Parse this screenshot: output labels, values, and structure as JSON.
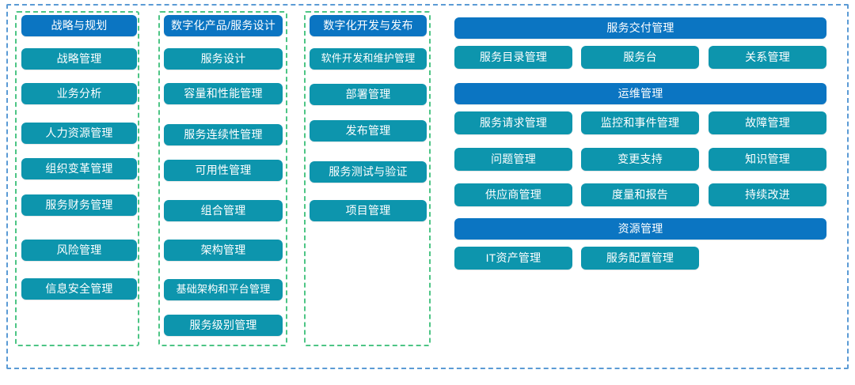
{
  "diagram": {
    "title_colors": {
      "header_blue": "#0B75C2",
      "item_teal": "#0D95AD",
      "outer_dash": "#5B9BD5",
      "group_dash": "#4DC585"
    },
    "left_groups": [
      {
        "header": "战略与规划",
        "items": [
          "战略管理",
          "业务分析",
          "人力资源管理",
          "组织变革管理",
          "服务财务管理",
          "风险管理",
          "信息安全管理"
        ]
      },
      {
        "header": "数字化产品/服务设计",
        "items": [
          "服务设计",
          "容量和性能管理",
          "服务连续性管理",
          "可用性管理",
          "组合管理",
          "架构管理",
          "基础架构和平台管理",
          "服务级别管理"
        ]
      },
      {
        "header": "数字化开发与发布",
        "items": [
          "软件开发和维护管理",
          "部署管理",
          "发布管理",
          "服务测试与验证",
          "项目管理"
        ]
      }
    ],
    "right_sections": [
      {
        "header": "服务交付管理",
        "rows": [
          [
            "服务目录管理",
            "服务台",
            "关系管理"
          ]
        ]
      },
      {
        "header": "运维管理",
        "rows": [
          [
            "服务请求管理",
            "监控和事件管理",
            "故障管理"
          ],
          [
            "问题管理",
            "变更支持",
            "知识管理"
          ],
          [
            "供应商管理",
            "度量和报告",
            "持续改进"
          ]
        ]
      },
      {
        "header": "资源管理",
        "rows": [
          [
            "IT资产管理",
            "服务配置管理"
          ]
        ]
      }
    ]
  }
}
